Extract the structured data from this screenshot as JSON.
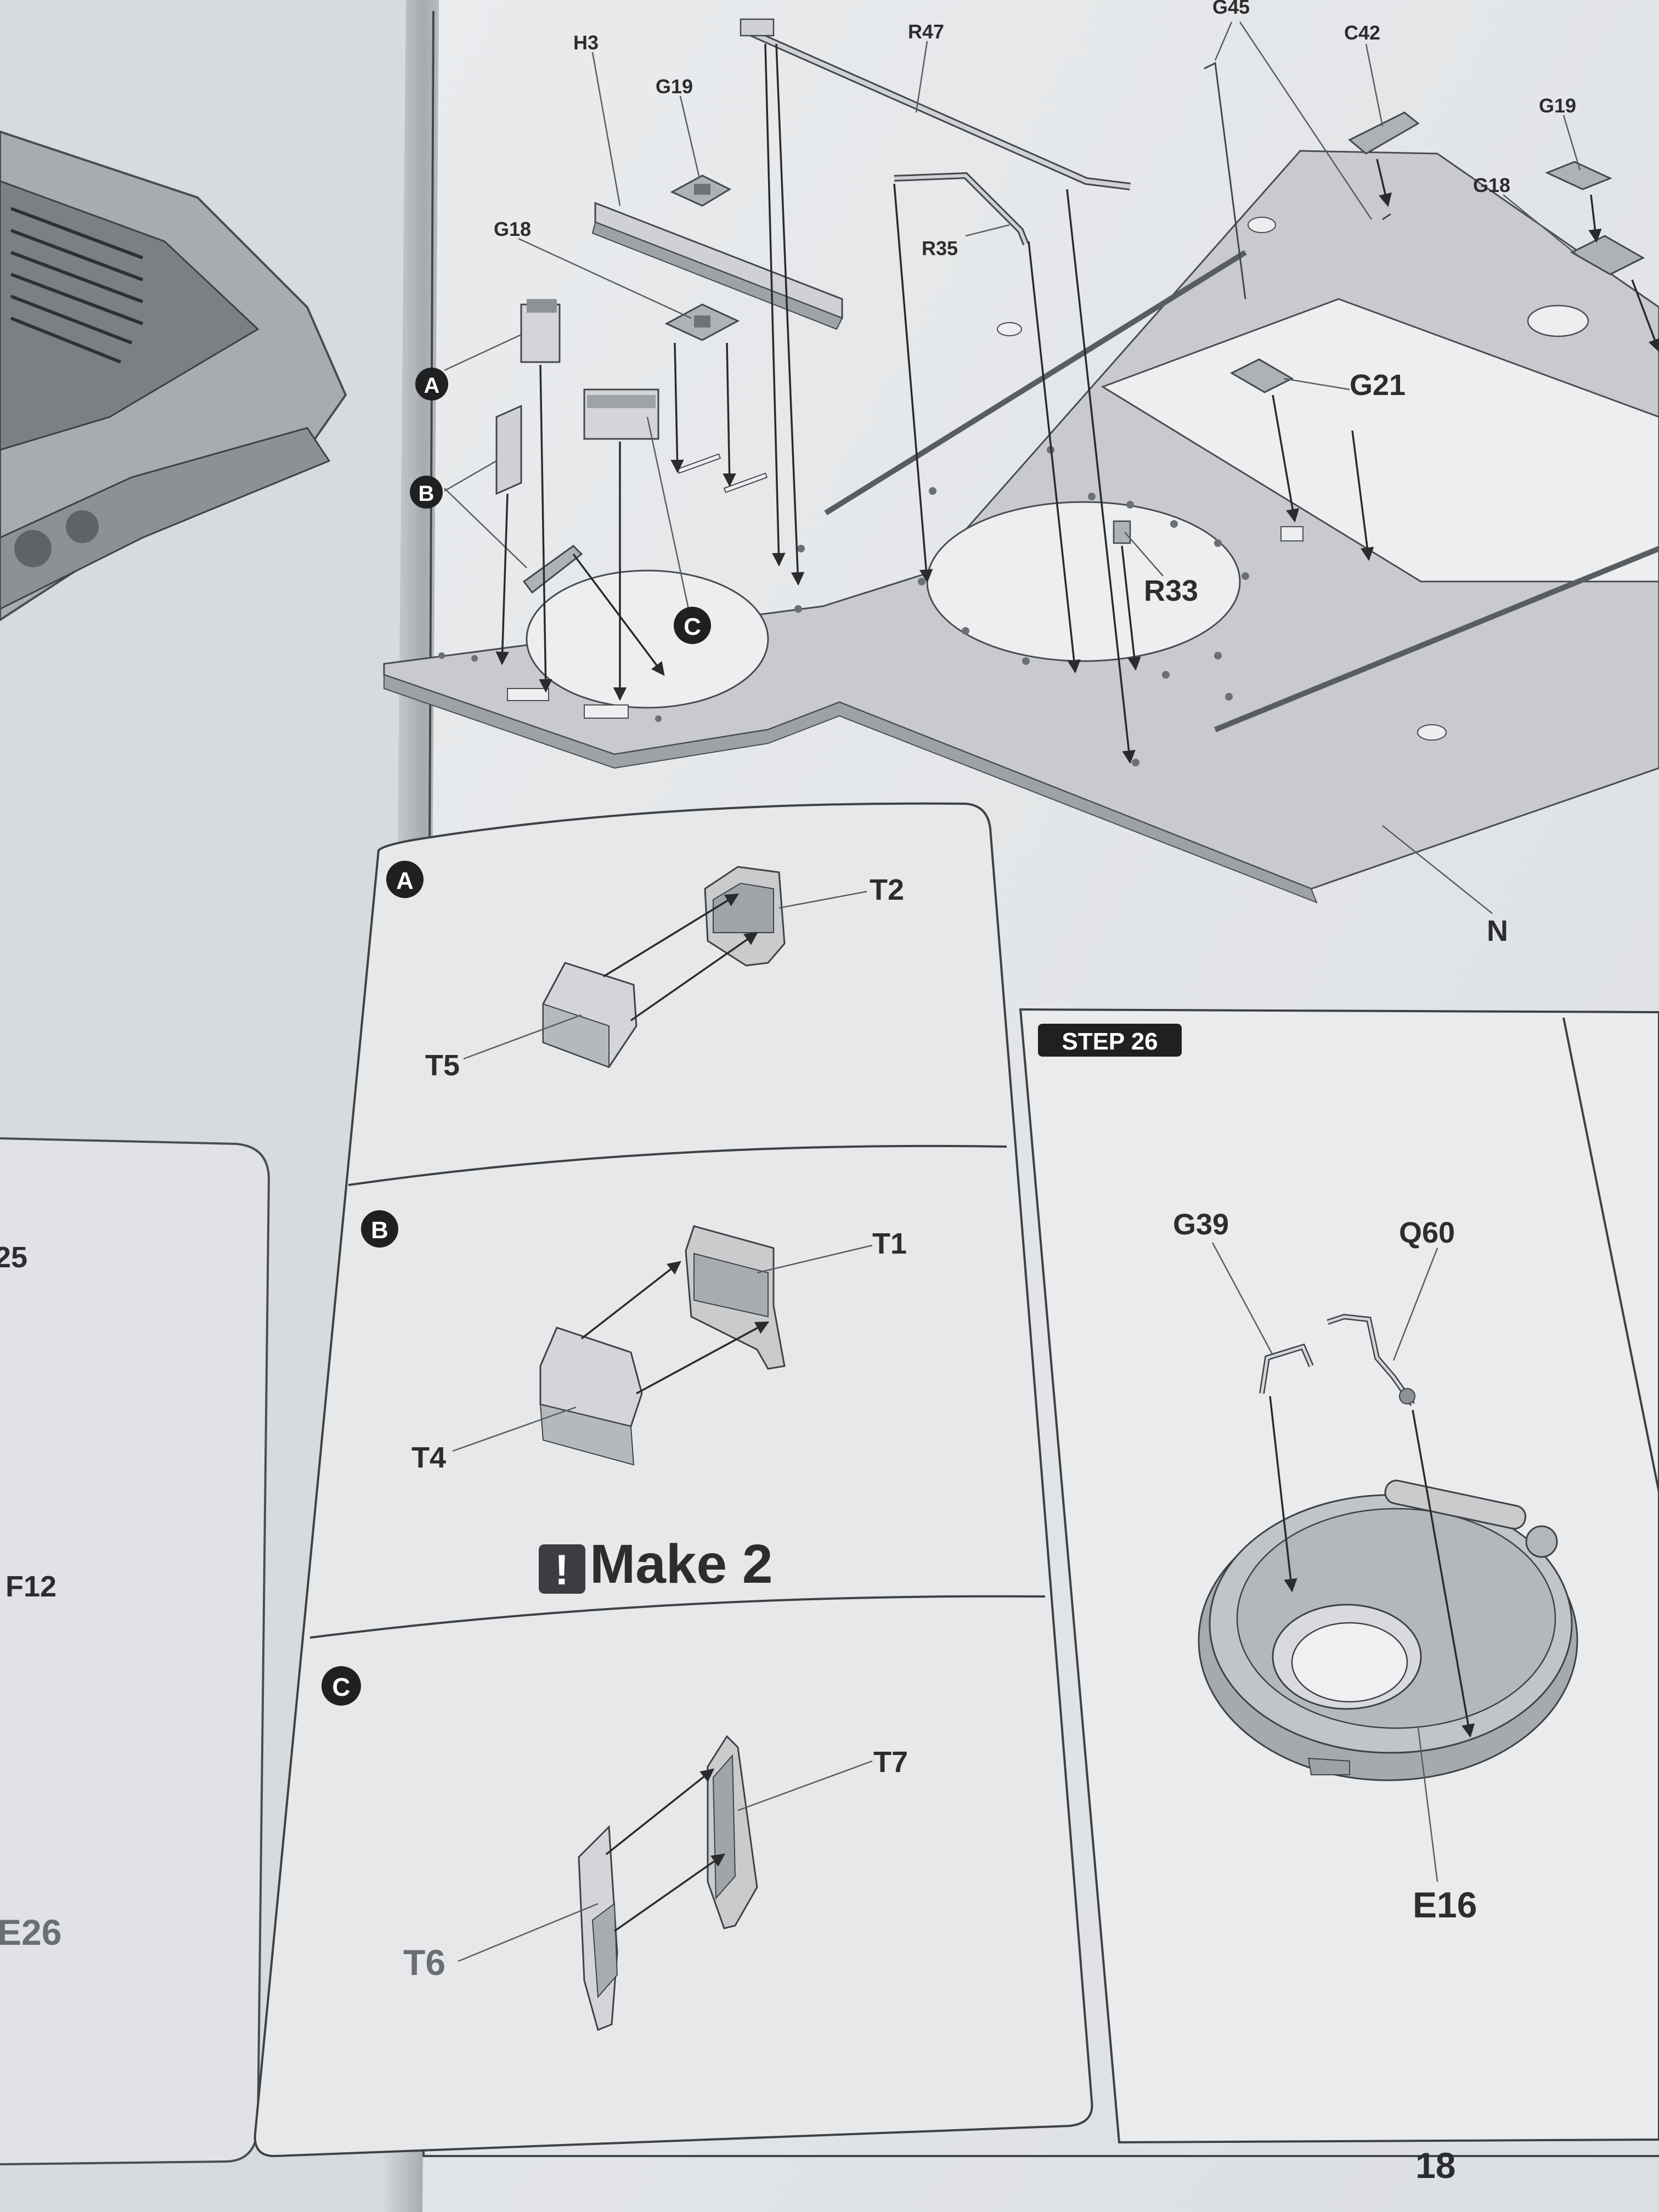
{
  "document": {
    "page_number": "18",
    "step_label": "STEP 26",
    "make_note": "Make 2",
    "circle_markers": [
      "A",
      "B",
      "C"
    ],
    "main_labels": [
      "H3",
      "G19",
      "R47",
      "G45",
      "C42",
      "G19",
      "G18",
      "G18",
      "R35",
      "G21",
      "R33",
      "N"
    ],
    "detail_a": {
      "marker": "A",
      "labels": [
        "T2",
        "T5"
      ]
    },
    "detail_b": {
      "marker": "B",
      "labels": [
        "T1",
        "T4"
      ],
      "note": "Make 2"
    },
    "detail_c": {
      "marker": "C",
      "labels": [
        "T7",
        "T6"
      ]
    },
    "step26_labels": [
      "G39",
      "Q60",
      "E16"
    ],
    "left_page_labels": [
      "25",
      "F12",
      "E26"
    ]
  },
  "colors": {
    "paper": "#e4e6e8",
    "paper_shadow": "#cfd2d5",
    "part_fill": "#c9cbcd",
    "part_dark": "#8e9195",
    "ink": "#2c2d2f",
    "badge": "#1f2022"
  }
}
